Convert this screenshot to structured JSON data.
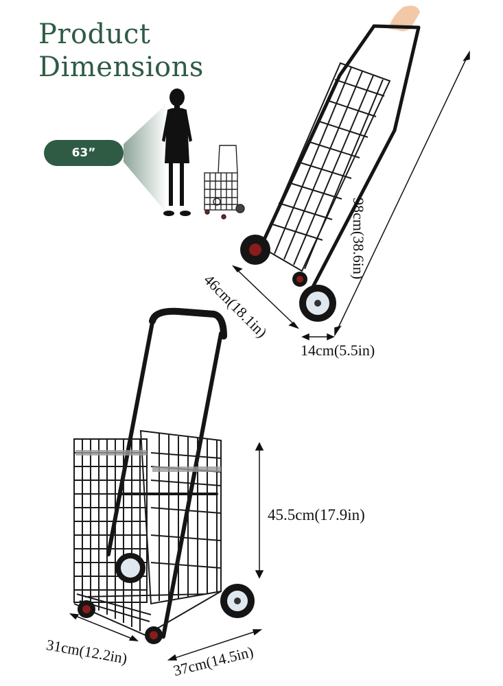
{
  "title": {
    "line1": "Product",
    "line2": "Dimensions"
  },
  "height_badge": "63”",
  "dimensions": {
    "folded_length": "98cm(38.6in)",
    "folded_width": "46cm(18.1in)",
    "folded_depth": "14cm(5.5in)",
    "basket_height": "45.5cm(17.9in)",
    "basket_depth": "31cm(12.2in)",
    "basket_width": "37cm(14.5in)"
  },
  "colors": {
    "brand_green": "#2f5b45",
    "cart_black": "#151515",
    "wheel_red": "#8a1c1c"
  }
}
